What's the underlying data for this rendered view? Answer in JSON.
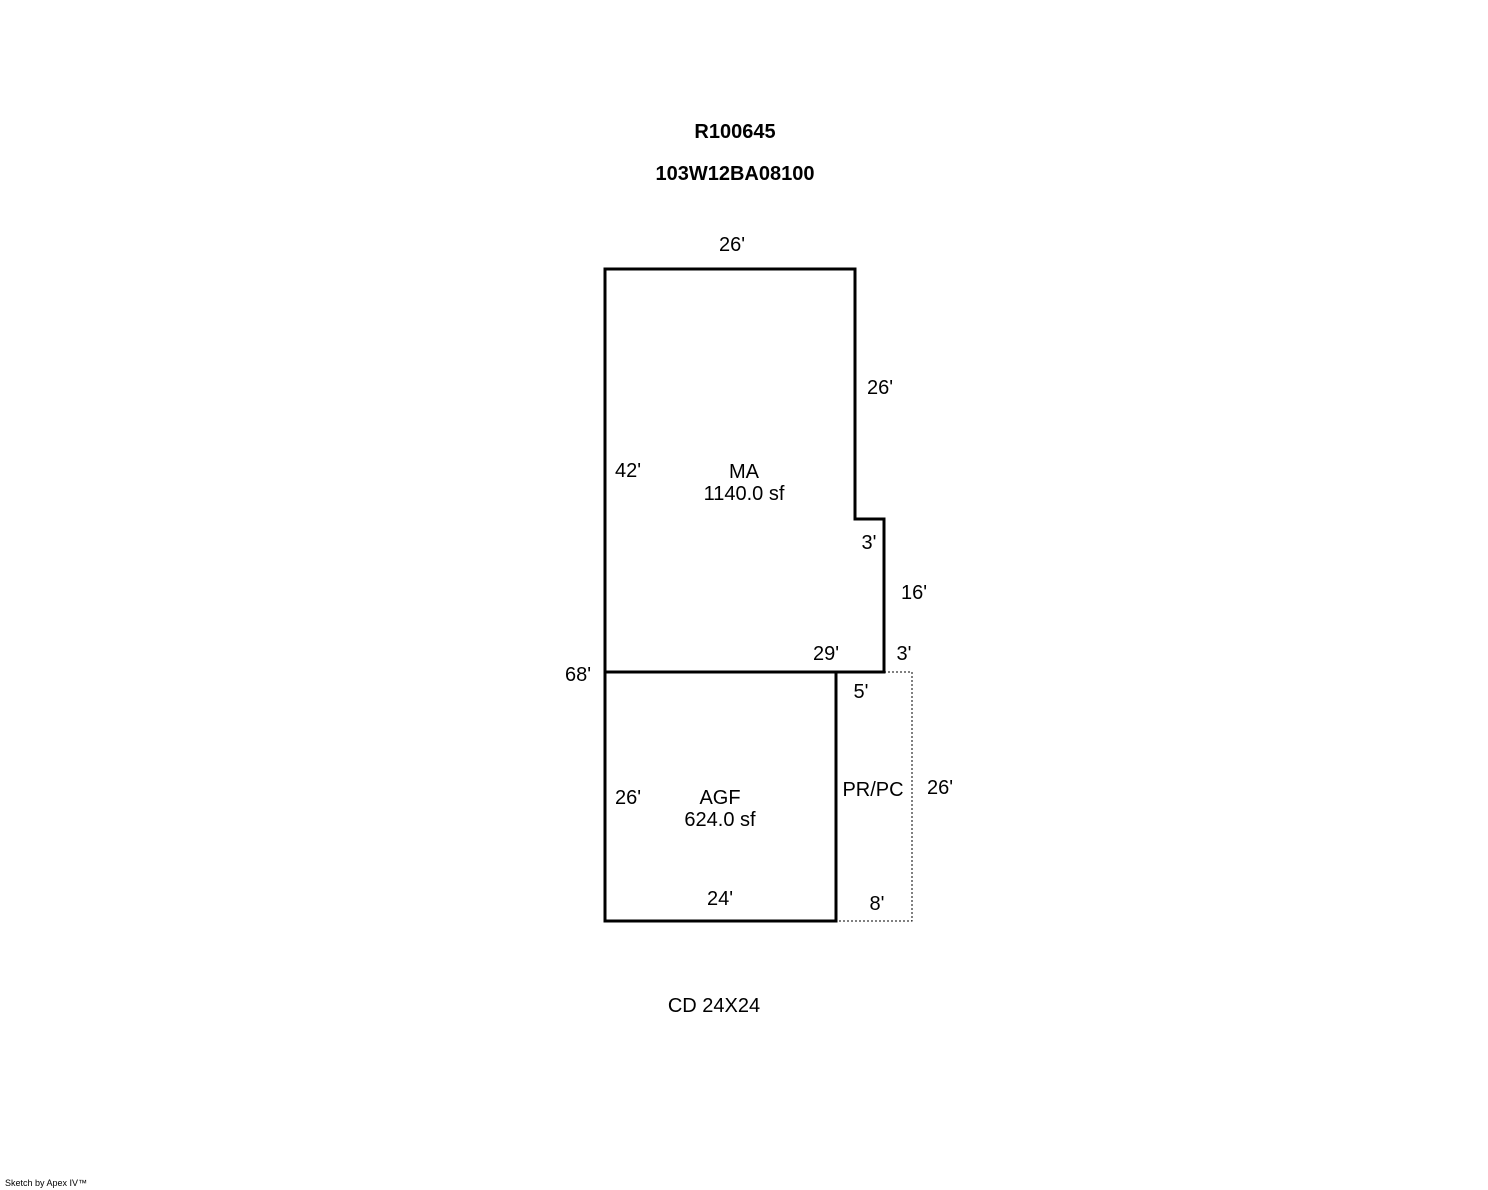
{
  "header": {
    "parcel_id": "R100645",
    "map_id": "103W12BA08100"
  },
  "areas": {
    "main": {
      "code": "MA",
      "area": "1140.0 sf"
    },
    "garage": {
      "code": "AGF",
      "area": "624.0 sf"
    },
    "porch": {
      "code": "PR/PC"
    }
  },
  "dimensions": {
    "ma_top": "26'",
    "ma_right_upper": "26'",
    "ma_left": "42'",
    "ma_jog_a": "3'",
    "ma_right_lower": "16'",
    "ma_jog_b": "3'",
    "ma_bottom": "29'",
    "overall_left": "68'",
    "porch_top": "5'",
    "agf_left": "26'",
    "porch_right": "26'",
    "agf_bottom": "24'",
    "porch_bottom": "8'"
  },
  "notes": {
    "outbuilding": "CD 24X24"
  },
  "footer": {
    "credit": "Sketch by Apex IV™"
  },
  "colors": {
    "line": "#000000",
    "background": "#ffffff"
  }
}
